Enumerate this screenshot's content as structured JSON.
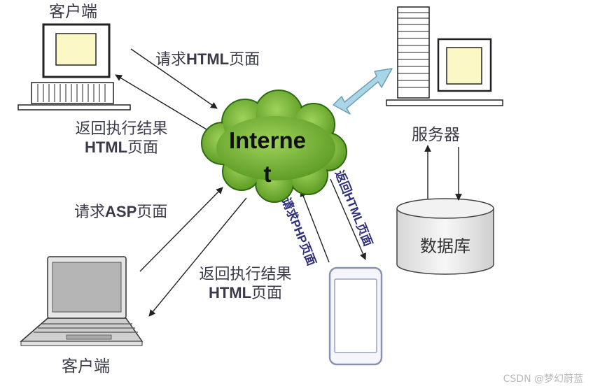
{
  "nodes": {
    "client_top_label": "客户端",
    "client_bottom_label": "客户端",
    "server_label": "服务器",
    "database_label": "数据库",
    "internet_line1": "Interne",
    "internet_line2": "t"
  },
  "edges": {
    "top_request": {
      "prefix": "请求",
      "bold": "HTML",
      "suffix": "页面"
    },
    "top_return_line1": "返回执行结果",
    "top_return_line2": {
      "bold": "HTML",
      "suffix": "页面"
    },
    "asp_request": {
      "prefix": "请求",
      "bold": "ASP",
      "suffix": "页面"
    },
    "bottom_return_line1": "返回执行结果",
    "bottom_return_line2": {
      "bold": "HTML",
      "suffix": "页面"
    },
    "php_request": "请求PHP页面",
    "html_return": "返回HTML页面"
  },
  "watermark": "CSDN @梦幻蔚蓝",
  "colors": {
    "cloud_fill": "#6fae2f",
    "cloud_edge": "#2e6a10",
    "server_arrow": "#a9d5e6",
    "screen_fill": "#fbf8c6",
    "label_text": "#3a3a4a",
    "vertical_text": "#2f2f7a"
  }
}
